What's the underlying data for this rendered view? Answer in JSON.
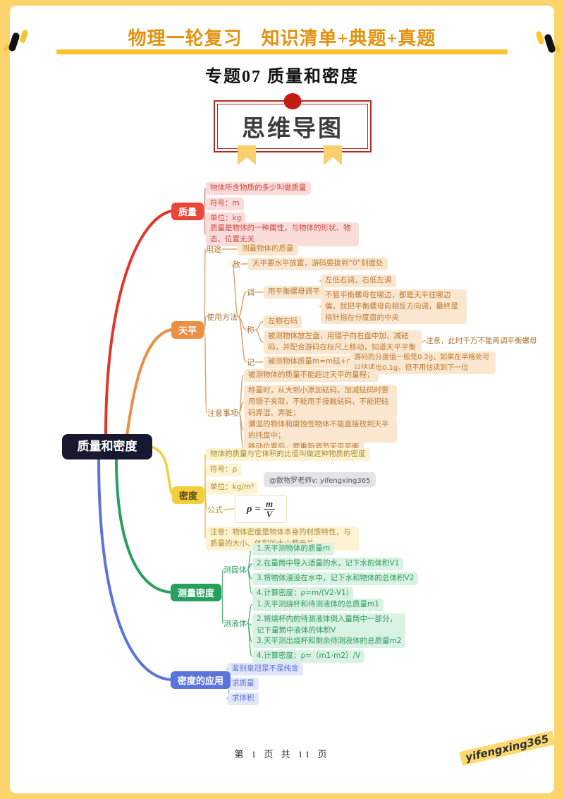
{
  "colors": {
    "frame_yellow": "#fbd46d",
    "header_orange": "#e2920e",
    "badge_red": "#b7281f",
    "central_bg": "#181830",
    "branch_mass": "#e8483b",
    "branch_balance": "#eb8f44",
    "branch_density": "#f3cf3e",
    "branch_measure": "#27a05e",
    "branch_apply": "#5b74dc"
  },
  "header": {
    "title": "物理一轮复习　知识清单+典题+真题"
  },
  "doc": {
    "subject_title": "专题07 质量和密度",
    "badge": "思维导图"
  },
  "map": {
    "central": "质量和密度",
    "mass": {
      "label": "质量",
      "def": "物体所含物质的多少叫做质量",
      "symbol": "符号：m",
      "unit": "单位：kg",
      "property": "质量是物体的一种属性，与物体的形状、物态、位置无关"
    },
    "balance": {
      "label": "天平",
      "use_label": "用途",
      "use": "测量物体的质量",
      "method_label": "使用方法",
      "place_label": "放",
      "place": "天平要水平放置，游码要拨到“0”刻度处",
      "adjust_label": "调",
      "adjust": "用平衡螺母调平",
      "adjust_rule1": "左低右调，右低左调",
      "adjust_rule2": "不管平衡螺母在哪边，都是天平往哪边偏，就把平衡螺母向相反方向调，最终是指针指在分度盘的中央",
      "weigh_label": "称",
      "weigh1": "左物右码",
      "weigh2": "被测物体放左盘，用镊子向右盘中加、减砝码，并配合游码在标尺上移动，知道天平平衡",
      "weigh_note": "注意，此时千万不能再调平衡螺母",
      "record_label": "记",
      "record": "被测物体质量m=m砝+m游",
      "record_note": "游码的分度值一般是0.2g，如果在半格处可以估读出0.1g，但不用估读到下一位",
      "caution_label": "注意事项",
      "caution1": "被测物体的质量不能超过天平的量程；",
      "caution2": "称量时，从大到小添加砝码，加减砝码时要用镊子夹取，不能用手接触砝码，不能把砝码弄湿、弄脏；",
      "caution3": "潮湿的物体和腐蚀性物体不能直接放到天平的托盘中；",
      "caution4": "移动位置后，要重新调节天平平衡"
    },
    "density": {
      "label": "密度",
      "def": "物体的质量与它体积的比值叫做这种物质的密度",
      "symbol": "符号：ρ",
      "unit": "单位：kg/m³",
      "formula_label": "公式",
      "formula_lhs": "ρ =",
      "formula_num": "m",
      "formula_den": "V",
      "note": "注意：物体密度是物体本身的材质特性，与质量的大小、体积的大小都无关",
      "watermark_pill": "@数物罗老师v: yifengxing365"
    },
    "measure": {
      "label": "测量密度",
      "solid_label": "测固体",
      "solid": [
        "1.天平测物体的质量m",
        "2.在量筒中导入适量的水，记下水的体积V1",
        "3.将物体浸没在水中，记下水和物体的总体积V2",
        "4.计算密度：ρ=m/(V2-V1)"
      ],
      "liquid_label": "测液体",
      "liquid": [
        "1.天平测烧杯和待测液体的总质量m1",
        "2.将烧杯内的待测液体倒入量筒中一部分，记下量筒中液体的体积V",
        "3.天平测出烧杯和剩余待测液体的总质量m2",
        "4.计算密度：ρ=（m1-m2）/V"
      ]
    },
    "apply": {
      "label": "密度的应用",
      "items": [
        "鉴别皇冠是不是纯金",
        "求质量",
        "求体积"
      ]
    }
  },
  "footer": {
    "page_info": "第 1 页 共 11 页",
    "watermark": "yifengxing365"
  }
}
